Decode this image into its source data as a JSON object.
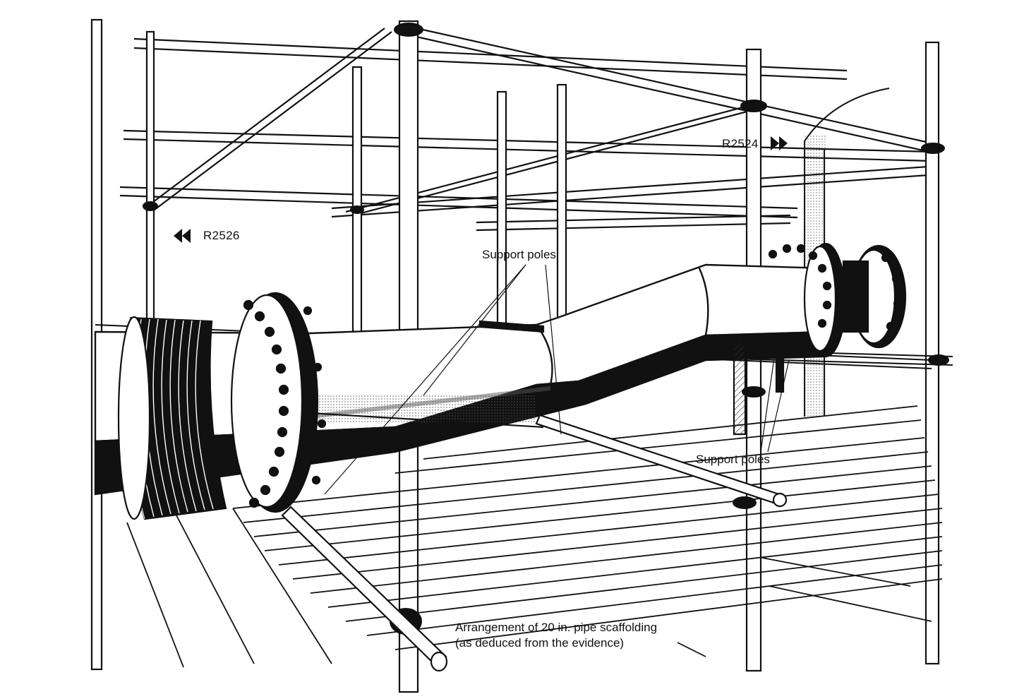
{
  "labels": {
    "support_poles_top": "Support poles",
    "support_poles_right": "Support poles",
    "ref_left": "R2526",
    "ref_right": "R2524",
    "caption_line1": "Arrangement of 20 in. pipe scaffolding",
    "caption_line2": "(as deduced from the evidence)"
  },
  "colors": {
    "ink": "#111111",
    "paper": "#ffffff",
    "shade": "#9a9a9a"
  }
}
